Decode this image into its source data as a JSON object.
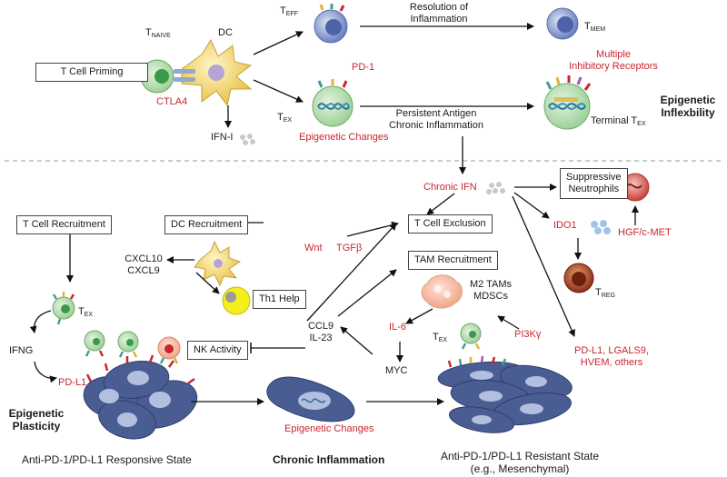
{
  "colors": {
    "red": "#c8262e",
    "tumor": "#4a5d93",
    "tumor_light": "#b3bfde",
    "dashed": "#999999"
  },
  "top": {
    "t_naive": {
      "main": "T",
      "sub": "NAIVE"
    },
    "dc": "DC",
    "t_cell_priming": "T Cell Priming",
    "ctla4": "CTLA4",
    "ifn_i": "IFN-I",
    "t_eff": {
      "main": "T",
      "sub": "EFF"
    },
    "resolution": [
      "Resolution of",
      "Inflammation"
    ],
    "t_mem": {
      "main": "T",
      "sub": "MEM"
    },
    "pd1": "PD-1",
    "t_ex": {
      "main": "T",
      "sub": "EX"
    },
    "epigenetic_changes": "Epigenetic Changes",
    "persistent": [
      "Persistent Antigen",
      "Chronic Inflammation"
    ],
    "multiple_inhibitory": [
      "Multiple",
      "Inhibitory Receptors"
    ],
    "terminal_tex": {
      "main": "Terminal T",
      "sub": "EX"
    },
    "epigenetic_inflexibility": [
      "Epigenetic",
      "Inflexbility"
    ]
  },
  "bottom": {
    "t_cell_recruitment": "T Cell Recruitment",
    "dc_recruitment": "DC Recruitment",
    "cxcl10": "CXCL10",
    "cxcl9": "CXCL9",
    "th1_help": "Th1 Help",
    "t_ex": {
      "main": "T",
      "sub": "EX"
    },
    "ifng": "IFNG",
    "pd_l1": "PD-L1",
    "nk_activity": "NK Activity",
    "epigenetic_plasticity": [
      "Epigenetic",
      "Plasticity"
    ],
    "responsive_state": "Anti-PD-1/PD-L1 Responsive State",
    "wnt": "Wnt",
    "tgfb": "TGFβ",
    "t_cell_exclusion": "T Cell Exclusion",
    "tam_recruitment": "TAM Recruitment",
    "ccl9": "CCL9",
    "il23": "IL-23",
    "m2_tams": "M2 TAMs",
    "mdscs": "MDSCs",
    "il6": "IL-6",
    "myc": "MYC",
    "pi3k": "PI3Kγ",
    "t_ex2": {
      "main": "T",
      "sub": "EX"
    },
    "chronic_ifn": "Chronic IFN",
    "suppressive_neutrophils": [
      "Suppressive",
      "Neutrophils"
    ],
    "ido1": "IDO1",
    "hgf": "HGF/c-MET",
    "t_reg": {
      "main": "T",
      "sub": "REG"
    },
    "pdl1_list": [
      "PD-L1, LGALS9,",
      "HVEM, others"
    ],
    "epigenetic_changes": "Epigenetic Changes",
    "chronic_inflammation": "Chronic Inflammation",
    "resistant_state": [
      "Anti-PD-1/PD-L1 Resistant State",
      "(e.g., Mesenchymal)"
    ]
  }
}
